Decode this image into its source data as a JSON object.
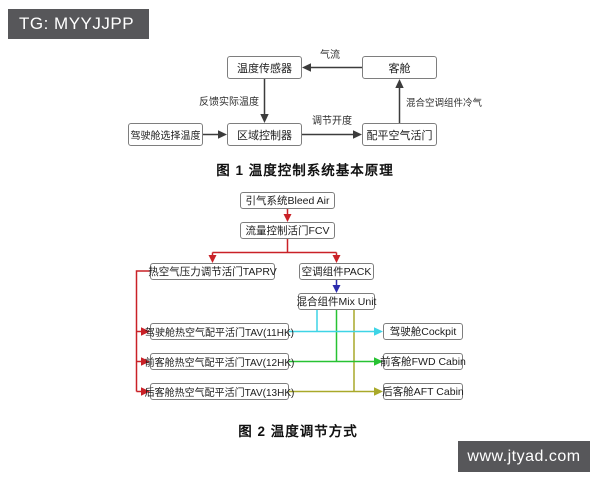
{
  "watermarks": {
    "top_left": "TG: MYYJJPP",
    "bottom_right": "www.jtyad.com"
  },
  "figure1": {
    "caption": "图 1  温度控制系统基本原理",
    "boxes": {
      "sensor": "温度传感器",
      "cabin": "客舱",
      "select_temp": "驾驶舱选择温度",
      "zone_controller": "区域控制器",
      "trim_air_valve": "配平空气活门"
    },
    "labels": {
      "airflow": "气流",
      "feedback": "反馈实际温度",
      "opening": "调节开度",
      "mixed_cold_air": "混合空调组件冷气"
    }
  },
  "figure2": {
    "caption": "图 2  温度调节方式",
    "boxes": {
      "bleed": "引气系统Bleed Air",
      "fcv": "流量控制活门FCV",
      "taprv": "热空气压力调节活门TAPRV",
      "pack": "空调组件PACK",
      "mix_unit": "混合组件Mix Unit",
      "tav11": "驾驶舱热空气配平活门TAV(11HK)",
      "tav12": "前客舱热空气配平活门TAV(12HK)",
      "tav13": "后客舱热空气配平活门TAV(13HK)",
      "cockpit": "驾驶舱Cockpit",
      "fwd_cabin": "前客舱FWD Cabin",
      "aft_cabin": "后客舱AFT Cabin"
    },
    "colors": {
      "red": "#c92127",
      "navy": "#2b2bad",
      "cyan": "#3ed4e6",
      "green": "#27c232",
      "olive": "#a9a92a"
    }
  }
}
